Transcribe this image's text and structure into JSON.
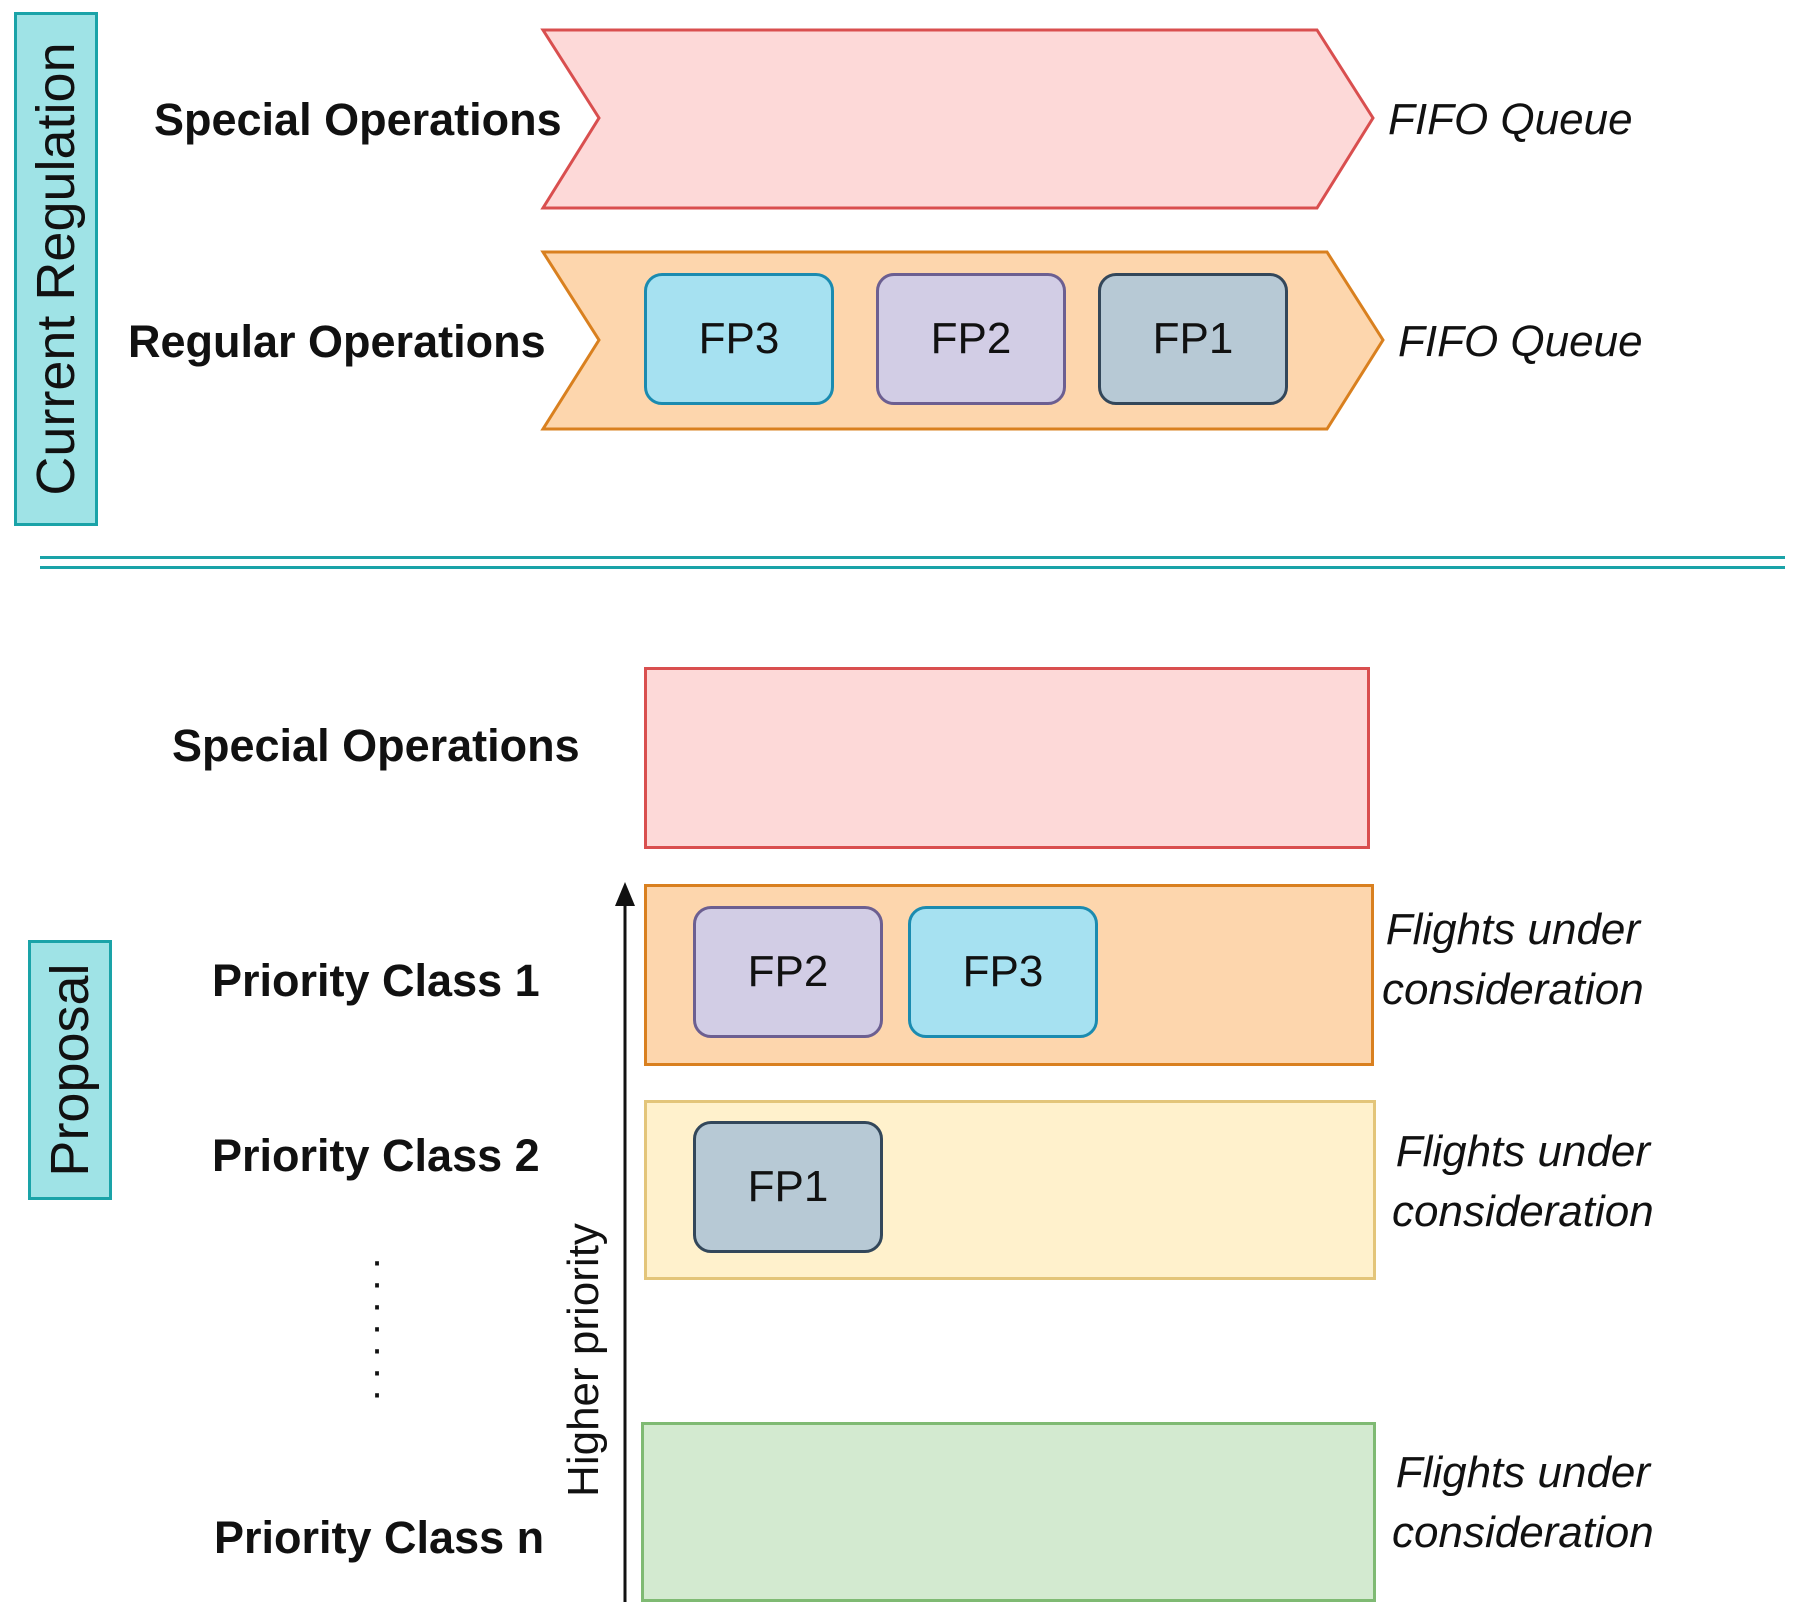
{
  "current": {
    "section_label": "Current Regulation",
    "special_label": "Special Operations",
    "regular_label": "Regular Operations",
    "queue_label_1": "FIFO Queue",
    "queue_label_2": "FIFO Queue",
    "regular_items": [
      "FP3",
      "FP2",
      "FP1"
    ]
  },
  "proposal": {
    "section_label": "Proposal",
    "special_label": "Special Operations",
    "class1_label": "Priority Class 1",
    "class2_label": "Priority Class 2",
    "classn_label": "Priority Class n",
    "axis_label": "Higher priority",
    "note_line1": "Flights under",
    "note_line2": "consideration",
    "class1_items": [
      "FP2",
      "FP3"
    ],
    "class2_items": [
      "FP1"
    ]
  },
  "colors": {
    "special_fill": "#fdd9d8",
    "special_stroke": "#d94f4f",
    "regular_fill": "#fdd6ad",
    "regular_stroke": "#d9801f",
    "class2_fill": "#fff1cc",
    "class2_stroke": "#e3c57a",
    "classn_fill": "#d3ead0",
    "classn_stroke": "#7fba73",
    "divider": "#1aa3a8"
  }
}
